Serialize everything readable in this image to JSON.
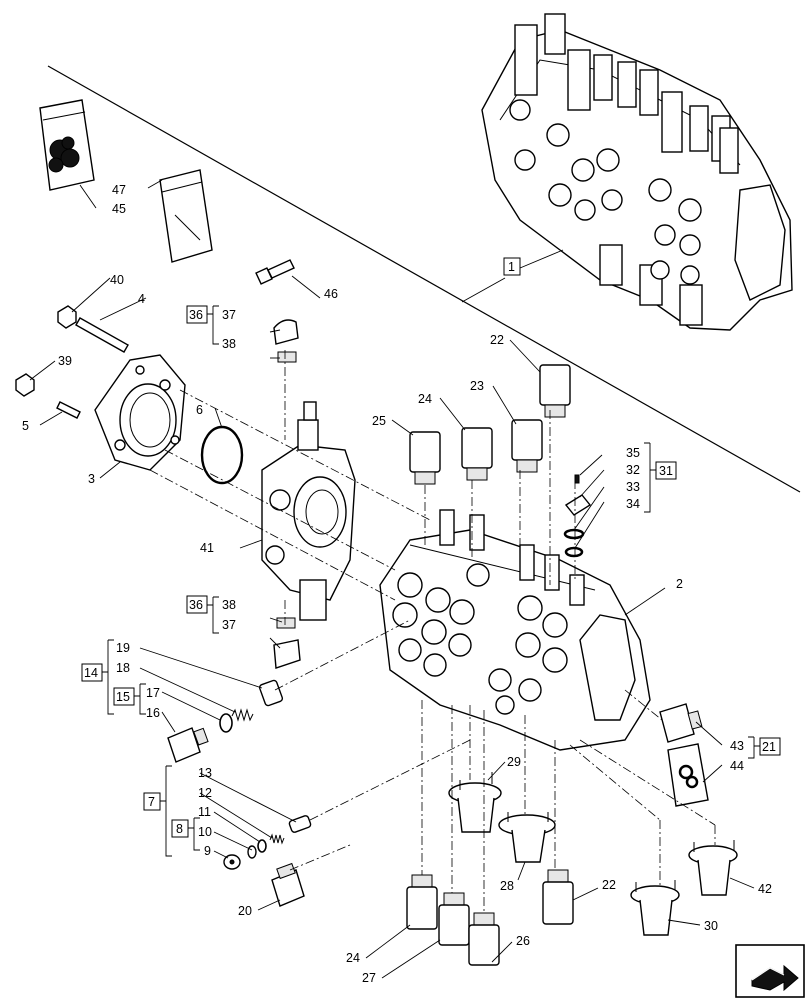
{
  "labels": {
    "l1": "1",
    "l2": "2",
    "l3": "3",
    "l4": "4",
    "l5": "5",
    "l6": "6",
    "l7": "7",
    "l8": "8",
    "l9": "9",
    "l10": "10",
    "l11": "11",
    "l12": "12",
    "l13": "13",
    "l14": "14",
    "l15": "15",
    "l16": "16",
    "l17": "17",
    "l18": "18",
    "l19": "19",
    "l20": "20",
    "l21": "21",
    "l22a": "22",
    "l22b": "22",
    "l23": "23",
    "l24a": "24",
    "l24b": "24",
    "l25": "25",
    "l26": "26",
    "l27": "27",
    "l28": "28",
    "l29": "29",
    "l30": "30",
    "l31": "31",
    "l32": "32",
    "l33": "33",
    "l34": "34",
    "l35": "35",
    "l36a": "36",
    "l36b": "36",
    "l37a": "37",
    "l37b": "37",
    "l38a": "38",
    "l38b": "38",
    "l39": "39",
    "l40": "40",
    "l41": "41",
    "l42": "42",
    "l43": "43",
    "l44": "44",
    "l45": "45",
    "l46": "46",
    "l47": "47"
  },
  "icons": {
    "nav": "next-page-arrow-icon"
  }
}
